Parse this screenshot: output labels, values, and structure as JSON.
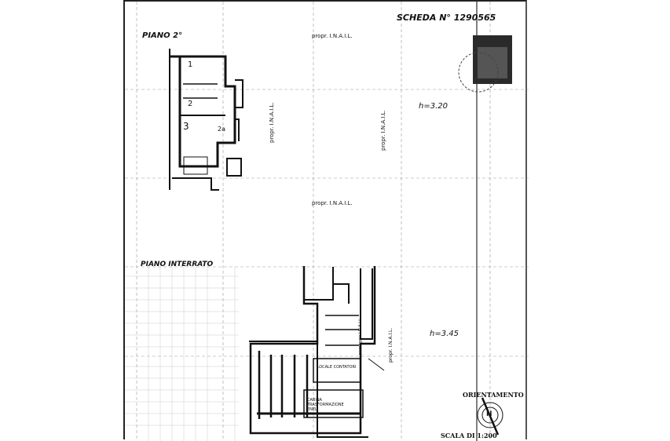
{
  "document": {
    "sheet_label": "SCHEDA N°",
    "sheet_number": "1290565",
    "upper_floor": {
      "title": "PIANO 2°",
      "height": "h=3.20",
      "rooms": [
        "1",
        "2",
        "3",
        "2a"
      ],
      "neighbours": [
        "propr. I.N.A.I.L.",
        "propr. I.N.A.I.L.",
        "propr. I.N.A.I.L.",
        "propr. I.N.A.I.L."
      ]
    },
    "basement": {
      "title": "PIANO INTERRATO",
      "height": "h=3.45",
      "rooms": [
        "LOCALE CONTATORI",
        "CABINA TRASFORMAZIONE ENEL"
      ],
      "passage": "passaggio I.N.A.I.L.",
      "neighbour": "propr. I.N.A.I.L."
    },
    "orientation_label": "ORIENTAMENTO",
    "north_label": "N",
    "scale": "SCALA DI 1:200"
  }
}
